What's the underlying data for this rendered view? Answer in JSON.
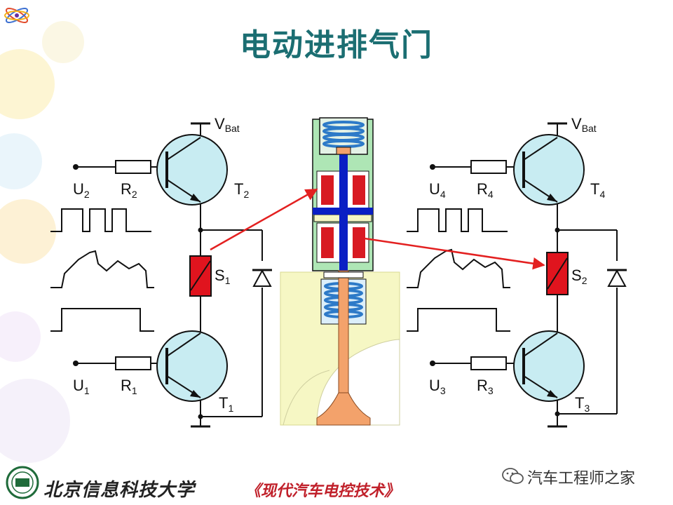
{
  "page": {
    "title": "电动进排气门",
    "footer_school": "北京信息科技大学",
    "footer_course": "《现代汽车电控技术》",
    "footer_watermark": "汽车工程师之家"
  },
  "labels": {
    "vbat": "V",
    "vbat_sub": "Bat",
    "left": {
      "u_top": "U",
      "u_top_sub": "2",
      "r_top": "R",
      "r_top_sub": "2",
      "t_top": "T",
      "t_top_sub": "2",
      "s": "S",
      "s_sub": "1",
      "u_bot": "U",
      "u_bot_sub": "1",
      "r_bot": "R",
      "r_bot_sub": "1",
      "t_bot": "T",
      "t_bot_sub": "1"
    },
    "right": {
      "u_top": "U",
      "u_top_sub": "4",
      "r_top": "R",
      "r_top_sub": "4",
      "t_top": "T",
      "t_top_sub": "4",
      "s": "S",
      "s_sub": "2",
      "u_bot": "U",
      "u_bot_sub": "3",
      "r_bot": "R",
      "r_bot_sub": "3",
      "t_bot": "T",
      "t_bot_sub": "3"
    }
  },
  "colors": {
    "transistor_fill": "#c8ecf2",
    "solenoid_red": "#e0141e",
    "arrow_red": "#e32020",
    "valve_orange": "#f3a26b",
    "spring_blue": "#2d7ac8",
    "core_blue": "#0a1fc4",
    "coil_red": "#d81a22",
    "housing_green": "#aee6b5",
    "chamber_yellow": "#f6f7c4",
    "title_teal": "#1b6e72"
  }
}
